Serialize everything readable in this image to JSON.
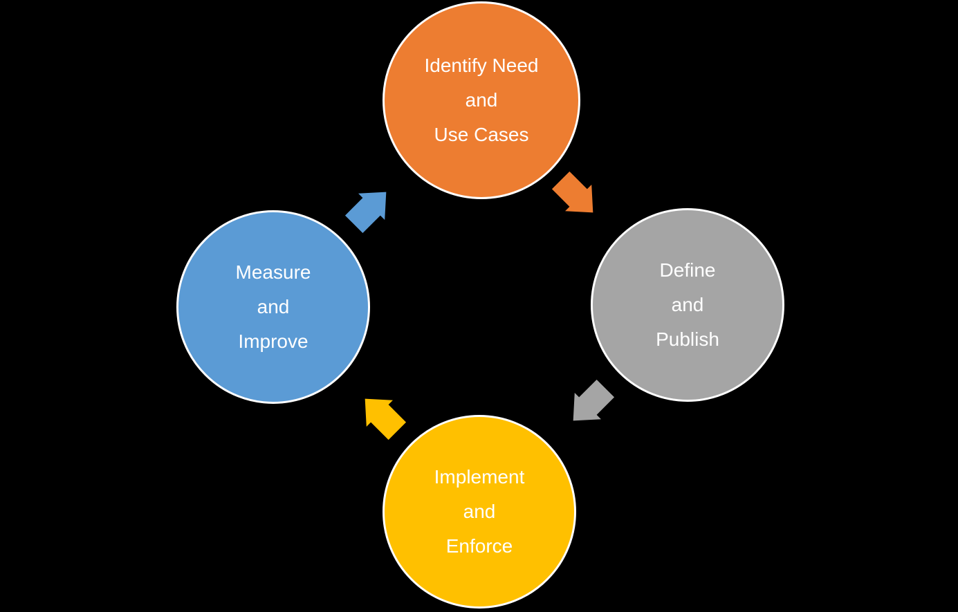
{
  "diagram": {
    "type": "cycle",
    "background_color": "#000000",
    "text_color": "#FFFFFF",
    "circle_border_color": "#FFFFFF",
    "nodes": [
      {
        "id": "identify",
        "label_lines": [
          "Identify Need",
          "and",
          "Use Cases"
        ],
        "color": "#ED7D31",
        "position": "top"
      },
      {
        "id": "define",
        "label_lines": [
          "Define",
          "and",
          "Publish"
        ],
        "color": "#A5A5A5",
        "position": "right"
      },
      {
        "id": "implement",
        "label_lines": [
          "Implement",
          "and",
          "Enforce"
        ],
        "color": "#FFC000",
        "position": "bottom"
      },
      {
        "id": "measure",
        "label_lines": [
          "Measure",
          "and",
          "Improve"
        ],
        "color": "#5B9BD5",
        "position": "left"
      }
    ],
    "arrows": [
      {
        "from": "identify",
        "to": "define",
        "color": "#ED7D31",
        "direction": "southeast"
      },
      {
        "from": "define",
        "to": "implement",
        "color": "#A5A5A5",
        "direction": "southwest"
      },
      {
        "from": "implement",
        "to": "measure",
        "color": "#FFC000",
        "direction": "northwest"
      },
      {
        "from": "measure",
        "to": "identify",
        "color": "#5B9BD5",
        "direction": "northeast"
      }
    ]
  }
}
